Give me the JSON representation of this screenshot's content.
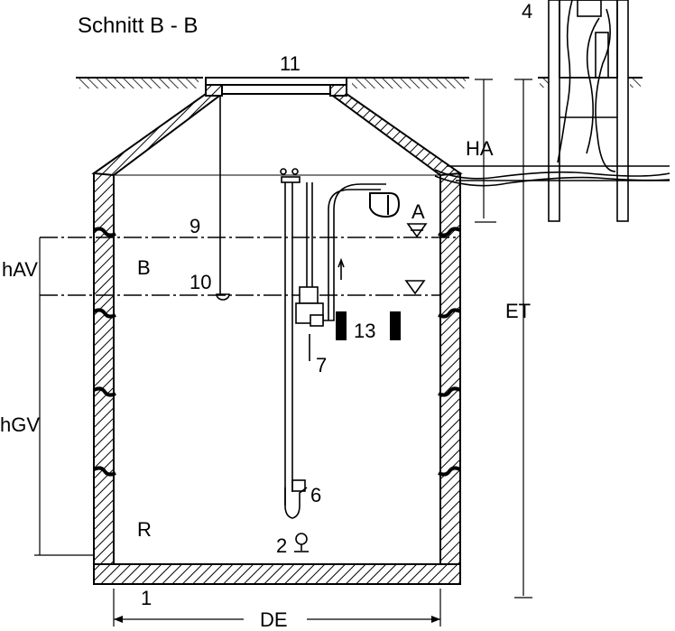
{
  "title": "Schnitt B - B",
  "labels": {
    "n1": "1",
    "n2": "2",
    "n4": "4",
    "n6": "6",
    "n7": "7",
    "n9": "9",
    "n10": "10",
    "n11": "11",
    "n13": "13",
    "A": "A",
    "B": "B",
    "R": "R",
    "HA": "HA",
    "hAV": "hAV",
    "hGV": "hGV",
    "ET": "ET",
    "DE": "DE"
  }
}
